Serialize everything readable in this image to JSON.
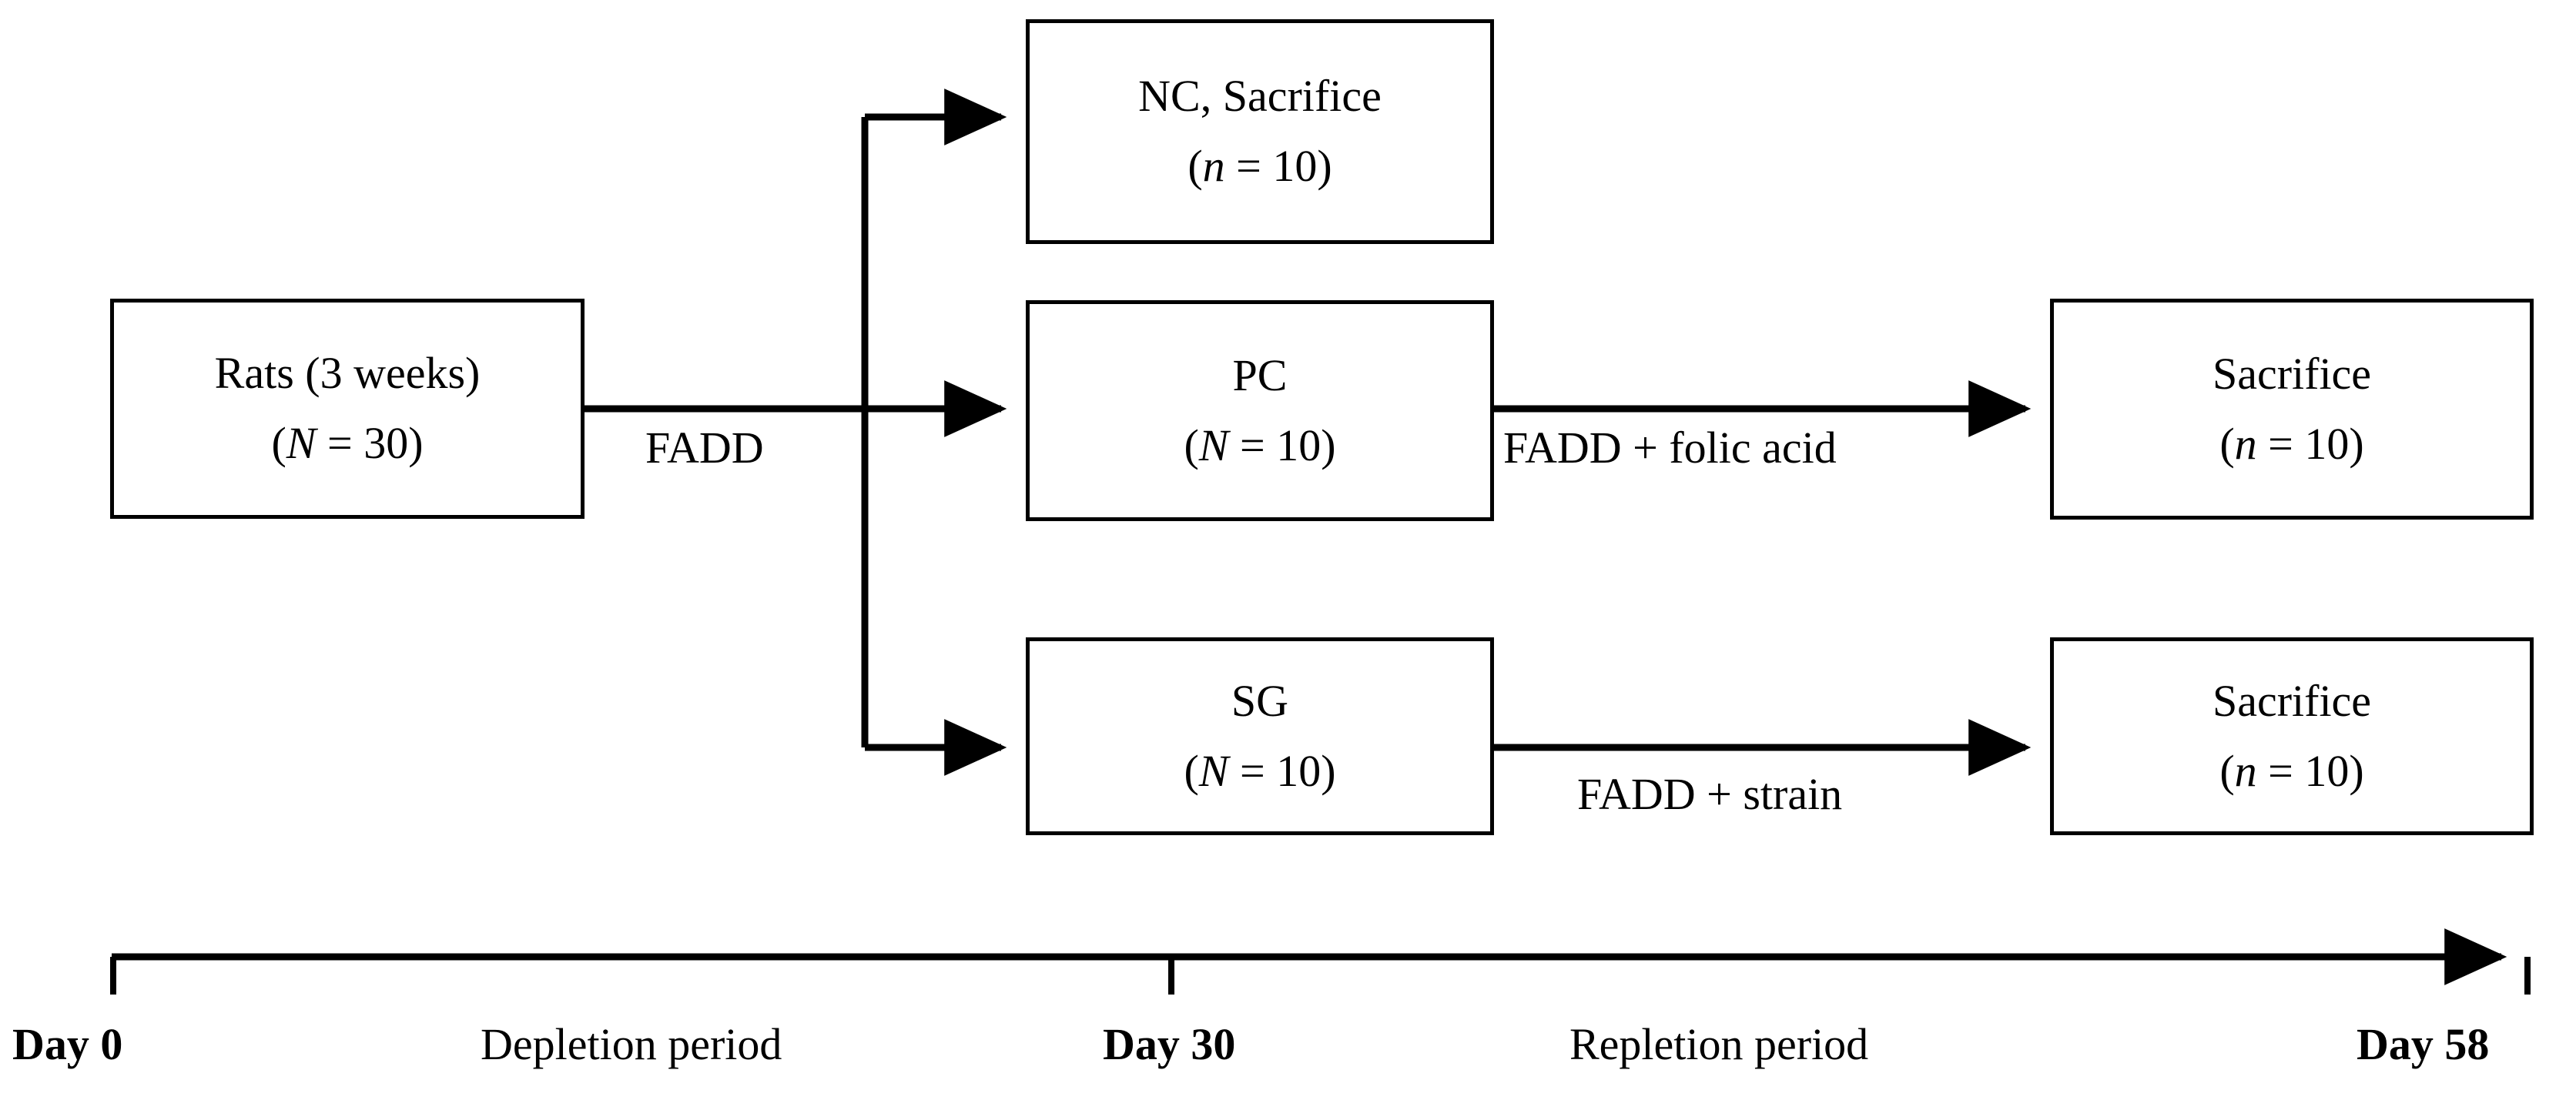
{
  "diagram": {
    "title": "Rat study design flow diagram",
    "colors": {
      "stroke": "#000000",
      "background": "#ffffff",
      "text": "#000000"
    },
    "nodes": [
      {
        "id": "rats",
        "line1": "Rats (3 weeks)",
        "italic_symbol": "N",
        "equals": " = ",
        "value": "30",
        "line2_open": "(",
        "line2_close": ")"
      },
      {
        "id": "nc",
        "line1": "NC, Sacrifice",
        "italic_symbol": "n",
        "equals": " = ",
        "value": "10",
        "line2_open": "(",
        "line2_close": ")"
      },
      {
        "id": "pc",
        "line1": "PC",
        "italic_symbol": "N",
        "equals": " = ",
        "value": "10",
        "line2_open": "(",
        "line2_close": ")"
      },
      {
        "id": "sg",
        "line1": "SG",
        "italic_symbol": "N",
        "equals": " = ",
        "value": "10",
        "line2_open": "(",
        "line2_close": ")"
      },
      {
        "id": "sacrifice-pc",
        "line1": "Sacrifice",
        "italic_symbol": "n",
        "equals": " = ",
        "value": "10",
        "line2_open": "(",
        "line2_close": ")"
      },
      {
        "id": "sacrifice-sg",
        "line1": "Sacrifice",
        "italic_symbol": "n",
        "equals": " = ",
        "value": "10",
        "line2_open": "(",
        "line2_close": ")"
      }
    ],
    "edge_labels": {
      "split": "FADD",
      "pc_repletion": "FADD  + folic acid",
      "sg_repletion": "FADD + strain"
    }
  },
  "timeline": {
    "start_label": "Day 0",
    "mid_label": "Day 30",
    "end_label": "Day 58",
    "period_1": "Depletion period",
    "period_2": "Repletion period"
  }
}
